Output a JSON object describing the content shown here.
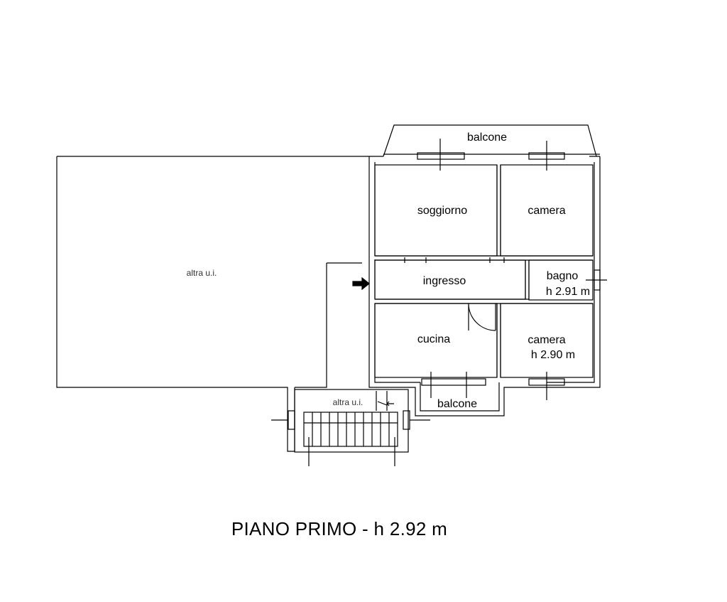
{
  "plan": {
    "title": "PIANO PRIMO -  h 2.92 m",
    "rooms": {
      "balcone_top": "balcone",
      "soggiorno": "soggiorno",
      "camera_top": "camera",
      "ingresso": "ingresso",
      "bagno": "bagno",
      "bagno_height": "h 2.91 m",
      "cucina": "cucina",
      "camera_bottom": "camera",
      "camera_bottom_height": "h 2.90 m",
      "balcone_bottom": "balcone",
      "altra_ui_large": "altra u.i.",
      "altra_ui_small": "altra u.i."
    }
  }
}
